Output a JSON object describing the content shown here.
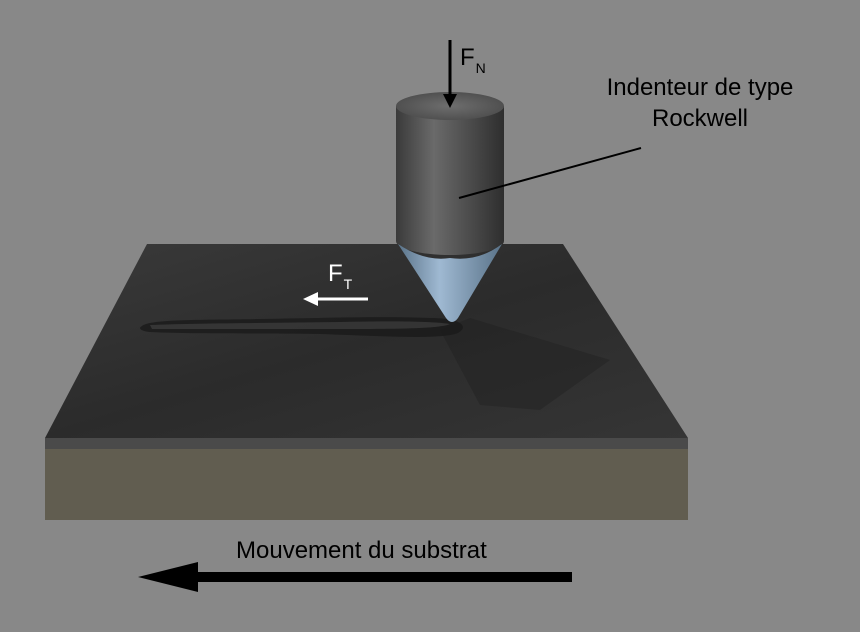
{
  "force_normal": {
    "symbol": "F",
    "subscript": "N"
  },
  "force_tangential": {
    "symbol": "F",
    "subscript": "T"
  },
  "indenter_label": {
    "line1": "Indenteur de type",
    "line2": "Rockwell"
  },
  "substrate_motion_label": "Mouvement du substrat",
  "colors": {
    "background": "#888888",
    "plate_top": "#2e2e2e",
    "plate_side": "#615d50",
    "indenter_body": "#4a4a4a",
    "indenter_tip": "#8aa6c0",
    "arrow_dark": "#000000",
    "arrow_light": "#ffffff"
  }
}
